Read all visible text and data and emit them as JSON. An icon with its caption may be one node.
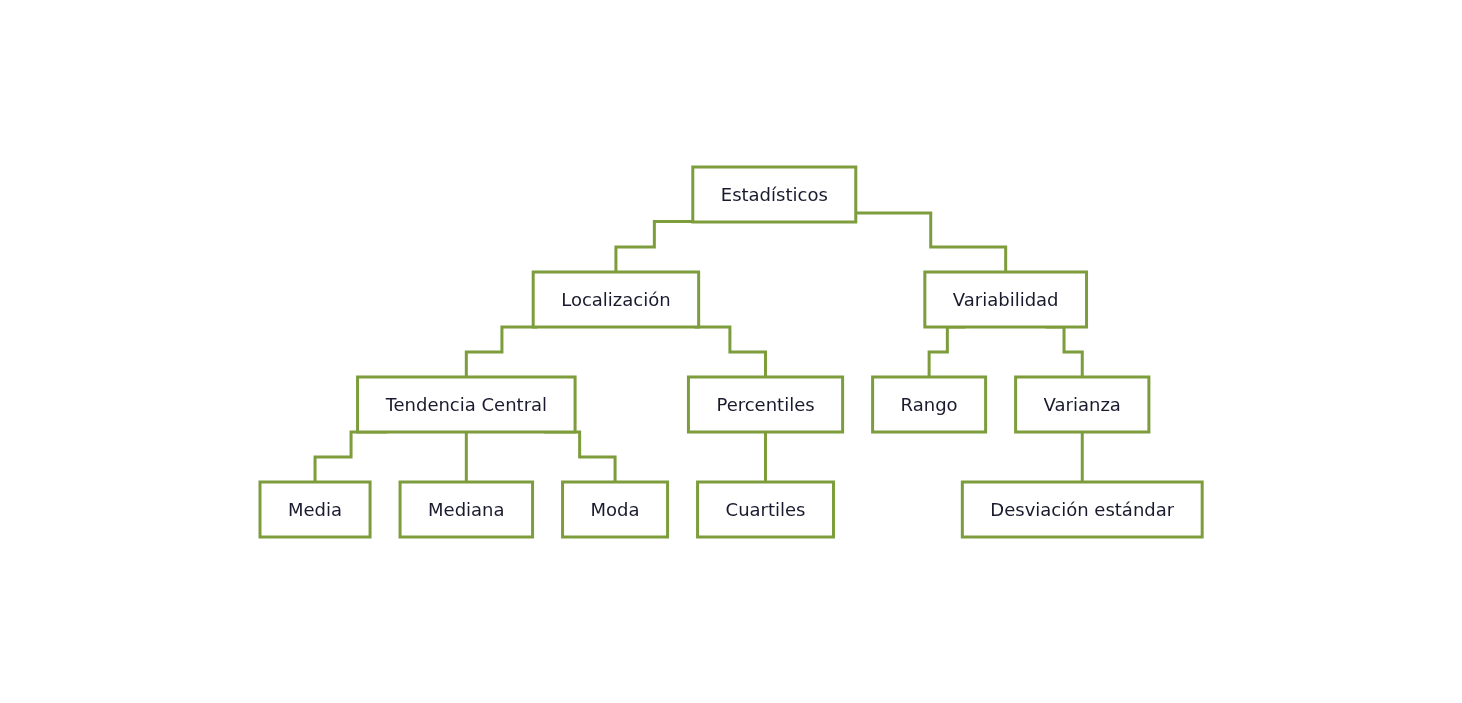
{
  "diagram": {
    "nodes": [
      {
        "text": [
          "Estadísticos"
        ]
      },
      {
        "text": [
          "Localización"
        ]
      },
      {
        "text": [
          "Variabilidad"
        ]
      },
      {
        "text": [
          "Tendencia Central"
        ]
      },
      {
        "text": [
          "Percentiles"
        ]
      },
      {
        "text": [
          "Rango"
        ]
      },
      {
        "text": [
          "Varianza"
        ]
      },
      {
        "text": [
          "Media"
        ]
      },
      {
        "text": [
          "Mediana"
        ]
      },
      {
        "text": [
          "Cuartiles"
        ]
      },
      {
        "text": [
          "Desviación estándar"
        ]
      },
      {
        "text": [
          "Moda"
        ]
      }
    ],
    "edges": [
      {
        "from": 0,
        "to": 1,
        "arrow": "none"
      },
      {
        "from": 0,
        "to": 2,
        "arrow": "none"
      },
      {
        "from": 1,
        "to": 3,
        "arrow": "none"
      },
      {
        "from": 1,
        "to": 4,
        "arrow": "none"
      },
      {
        "from": 2,
        "to": 5,
        "arrow": "none"
      },
      {
        "from": 2,
        "to": 6,
        "arrow": "none"
      },
      {
        "from": 3,
        "to": 7,
        "arrow": "none"
      },
      {
        "from": 3,
        "to": 8,
        "arrow": "none"
      },
      {
        "from": 3,
        "to": 11,
        "arrow": "none"
      },
      {
        "from": 4,
        "to": 9,
        "arrow": "none"
      },
      {
        "from": 6,
        "to": 10,
        "arrow": "none"
      }
    ]
  }
}
